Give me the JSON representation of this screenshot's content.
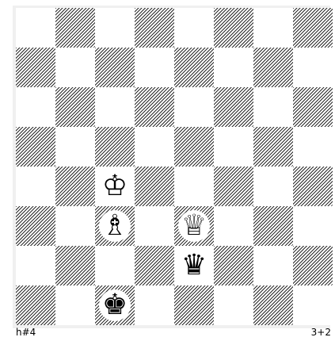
{
  "board": {
    "files": [
      "a",
      "b",
      "c",
      "d",
      "e",
      "f",
      "g",
      "h"
    ],
    "ranks": [
      8,
      7,
      6,
      5,
      4,
      3,
      2,
      1
    ],
    "dark_color": "#2a2a2a",
    "light_color": "#ffffff",
    "pieces": [
      {
        "square": "c4",
        "color": "white",
        "type": "king",
        "glyph": "♔",
        "name": "white-king-c4"
      },
      {
        "square": "c3",
        "color": "white",
        "type": "bishop",
        "glyph": "♗",
        "name": "white-bishop-c3"
      },
      {
        "square": "e3",
        "color": "white",
        "type": "queen",
        "glyph": "♕",
        "name": "white-queen-e3"
      },
      {
        "square": "e2",
        "color": "black",
        "type": "queen",
        "glyph": "♛",
        "name": "black-queen-e2"
      },
      {
        "square": "c1",
        "color": "black",
        "type": "king",
        "glyph": "♚",
        "name": "black-king-c1"
      }
    ]
  },
  "footer": {
    "stipulation": "h#4",
    "piece_count": "3+2"
  }
}
